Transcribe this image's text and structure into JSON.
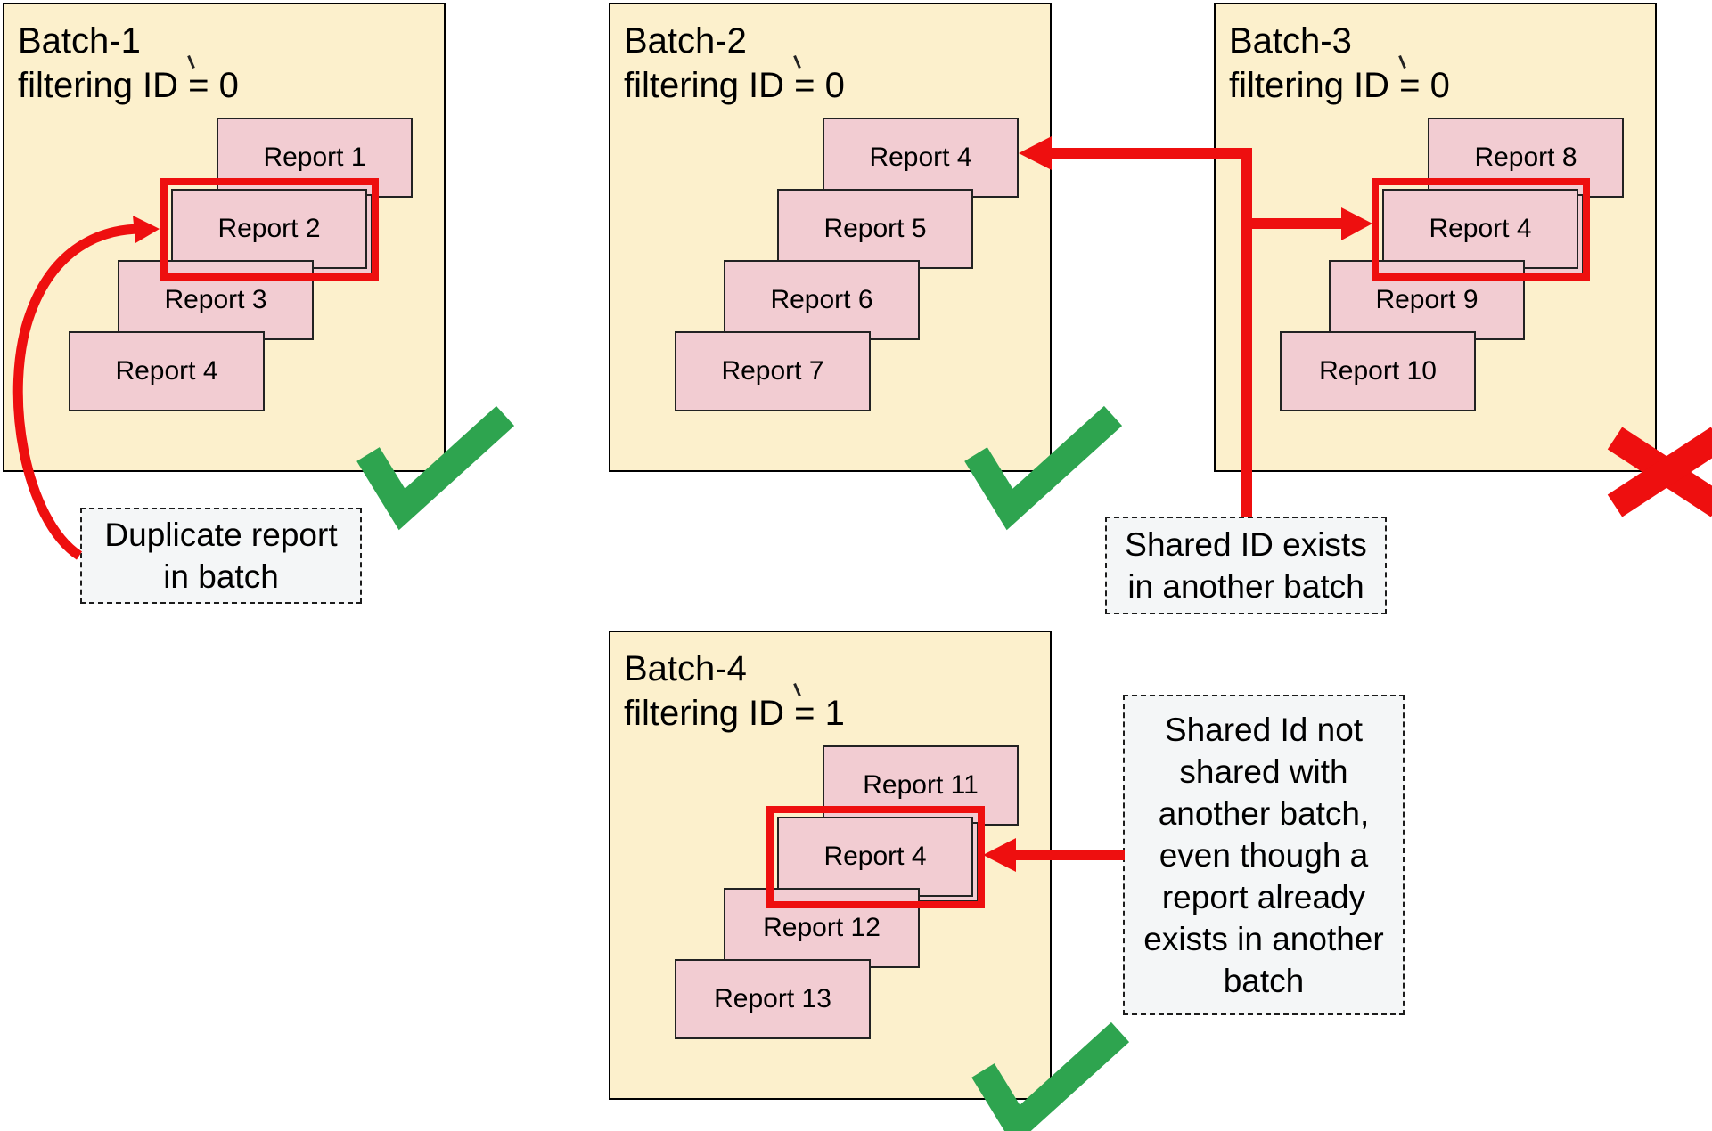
{
  "colors": {
    "batch_bg": "#fcf0cc",
    "report_bg": "#f2ccd2",
    "red": "#ee0f0f",
    "green": "#2ea44f",
    "note_bg": "#f4f6f7"
  },
  "batches": [
    {
      "title": "Batch-1",
      "subtitle": "filtering ID = 0",
      "status": "pass",
      "status_icon": "green-check-icon",
      "reports": [
        {
          "label": "Report 1"
        },
        {
          "label": "Report 2",
          "highlighted": true
        },
        {
          "label": "Report 3"
        },
        {
          "label": "Report 4"
        }
      ]
    },
    {
      "title": "Batch-2",
      "subtitle": "filtering ID = 0",
      "status": "pass",
      "status_icon": "green-check-icon",
      "reports": [
        {
          "label": "Report 4"
        },
        {
          "label": "Report 5"
        },
        {
          "label": "Report 6"
        },
        {
          "label": "Report 7"
        }
      ]
    },
    {
      "title": "Batch-3",
      "subtitle": "filtering ID = 0",
      "status": "fail",
      "status_icon": "red-x-icon",
      "reports": [
        {
          "label": "Report 8"
        },
        {
          "label": "Report 4",
          "highlighted": true
        },
        {
          "label": "Report 9"
        },
        {
          "label": "Report 10"
        }
      ]
    },
    {
      "title": "Batch-4",
      "subtitle": "filtering ID = 1",
      "status": "pass",
      "status_icon": "green-check-icon",
      "reports": [
        {
          "label": "Report 11"
        },
        {
          "label": "Report 4",
          "highlighted": true
        },
        {
          "label": "Report 12"
        },
        {
          "label": "Report 13"
        }
      ]
    }
  ],
  "annotations": {
    "duplicate_report": {
      "lines": [
        "Duplicate report",
        "in batch"
      ]
    },
    "shared_id_exists": {
      "lines": [
        "Shared ID exists",
        "in another batch"
      ]
    },
    "shared_id_not_shared": {
      "lines": [
        "Shared Id not",
        "shared with",
        "another batch,",
        "even though a",
        "report already",
        "exists in another",
        "batch"
      ]
    }
  }
}
